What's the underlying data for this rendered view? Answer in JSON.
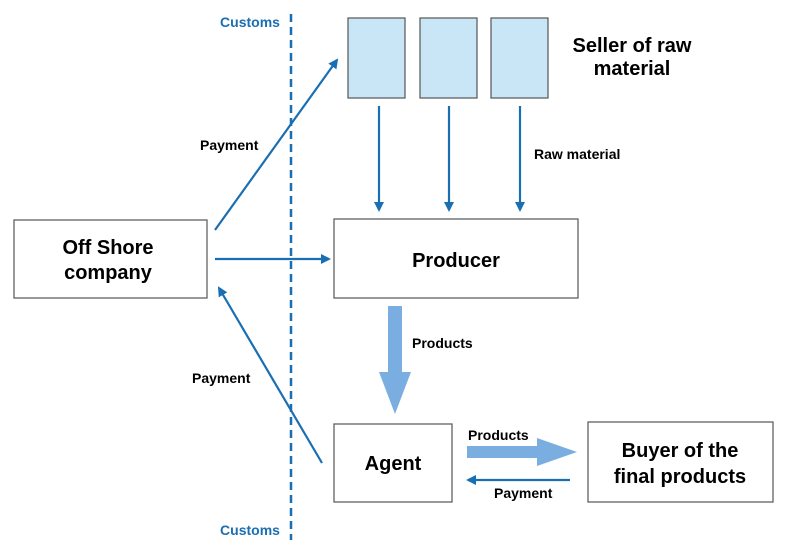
{
  "colors": {
    "arrow": "#1a6fb3",
    "arrow_light": "#7aaee0",
    "customs": "#1a6fb3",
    "seller_box_fill": "#c9e6f7",
    "box_stroke": "#555555"
  },
  "customs": {
    "top_label": "Customs",
    "bottom_label": "Customs"
  },
  "nodes": {
    "seller": {
      "line1": "Seller of raw",
      "line2": "material"
    },
    "offshore": {
      "line1": "Off Shore",
      "line2": "company"
    },
    "producer": {
      "label": "Producer"
    },
    "agent": {
      "label": "Agent"
    },
    "buyer": {
      "line1": "Buyer of the",
      "line2": "final products"
    }
  },
  "edges": {
    "payment_to_seller": "Payment",
    "raw_material": "Raw material",
    "products_down": "Products",
    "payment_to_offshore": "Payment",
    "products_to_buyer": "Products",
    "payment_to_agent": "Payment"
  }
}
